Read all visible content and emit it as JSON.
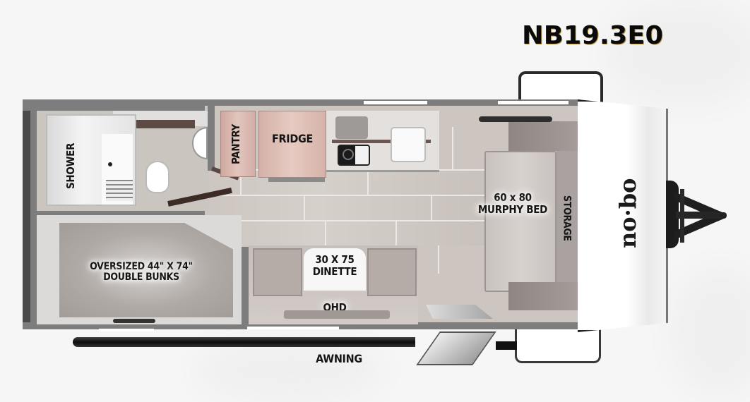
{
  "model": {
    "name": "NB19.3E0"
  },
  "brand": {
    "logo_text": "no·bo"
  },
  "rooms": {
    "shower": {
      "label": "SHOWER"
    },
    "pantry": {
      "label": "PANTRY"
    },
    "fridge": {
      "label": "FRIDGE"
    },
    "murphy_bed": {
      "size": "60 x 80",
      "label": "MURPHY BED"
    },
    "storage": {
      "label": "STORAGE"
    },
    "bunks": {
      "line1": "OVERSIZED 44\" X 74\"",
      "line2": "DOUBLE BUNKS"
    },
    "dinette": {
      "size": "30 X 75",
      "label": "DINETTE"
    },
    "ohd": {
      "label": "OHD"
    }
  },
  "exterior": {
    "awning": {
      "label": "AWNING"
    }
  },
  "colors": {
    "wall": "#7b7b7b",
    "floor_tile": "#cdc6c0",
    "cabinet": "#d9b9b0",
    "bunk_carpet": "#a9a39e",
    "front_cap": "#ffffff",
    "text": "#151515"
  }
}
